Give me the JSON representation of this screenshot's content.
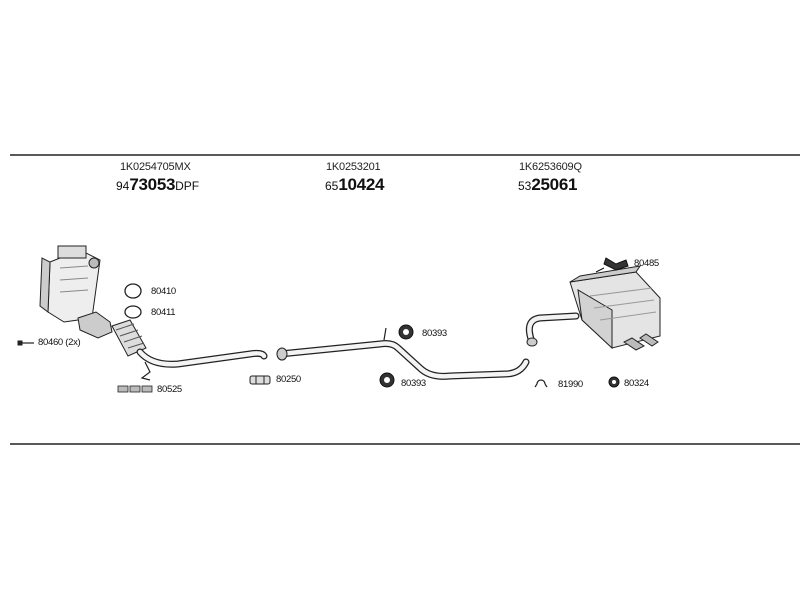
{
  "assemblies": [
    {
      "code": "1K0254705MX",
      "prefix": "94",
      "number": "73053",
      "suffix": "DPF"
    },
    {
      "code": "1K0253201",
      "prefix": "65",
      "number": "10424",
      "suffix": ""
    },
    {
      "code": "1K6253609Q",
      "prefix": "53",
      "number": "25061",
      "suffix": ""
    }
  ],
  "parts": {
    "p80410": "80410",
    "p80411": "80411",
    "p80460": "80460 (2x)",
    "p80525": "80525",
    "p80250": "80250",
    "p80393a": "80393",
    "p80393b": "80393",
    "p81990": "81990",
    "p80324": "80324",
    "p80485": "80485"
  }
}
